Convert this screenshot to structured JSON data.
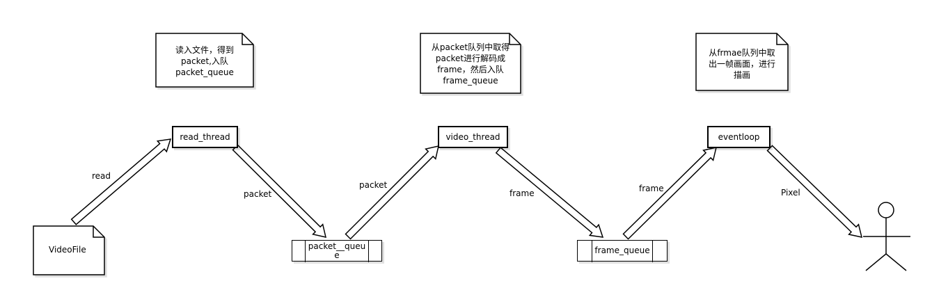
{
  "notes": {
    "read_note": "读入文件，得到\npacket,入队\npacket_queue",
    "video_note": "从packet队列中取得\npacket进行解码成\nframe，然后入队\nframe_queue",
    "event_note": "从frmae队列中取\n出一帧画面，进行\n描画"
  },
  "nodes": {
    "video_file": "VideoFile",
    "read_thread": "read_thread",
    "packet_queue": "packet__queu\ne",
    "video_thread": "video_thread",
    "frame_queue": "frame_queue",
    "eventloop": "eventloop"
  },
  "edges": {
    "read": "read",
    "packet_out": "packet",
    "packet_in": "packet",
    "frame_out": "frame",
    "frame_in": "frame",
    "pixel": "Pixel"
  }
}
